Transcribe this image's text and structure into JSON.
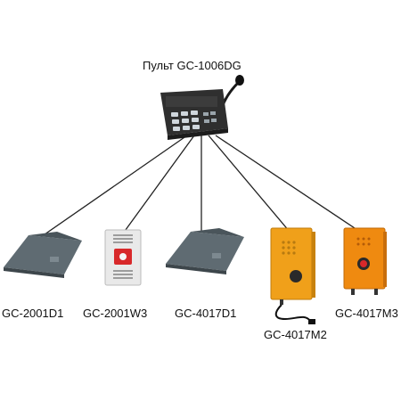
{
  "title": "Пульт GC-1006DG",
  "devices": [
    {
      "id": "gc-2001d1",
      "label": "GC-2001D1"
    },
    {
      "id": "gc-2001w3",
      "label": "GC-2001W3"
    },
    {
      "id": "gc-4017d1",
      "label": "GC-4017D1"
    },
    {
      "id": "gc-4017m2",
      "label": "GC-4017M2"
    },
    {
      "id": "gc-4017m3",
      "label": "GC-4017M3"
    }
  ],
  "colors": {
    "console": "#2f2f2f",
    "desk_unit": "#5f6b72",
    "wall_panel": "#e9e9e9",
    "alarm_button": "#d8282a",
    "housing_orange": "#f0a01a",
    "wire": "#222222"
  }
}
